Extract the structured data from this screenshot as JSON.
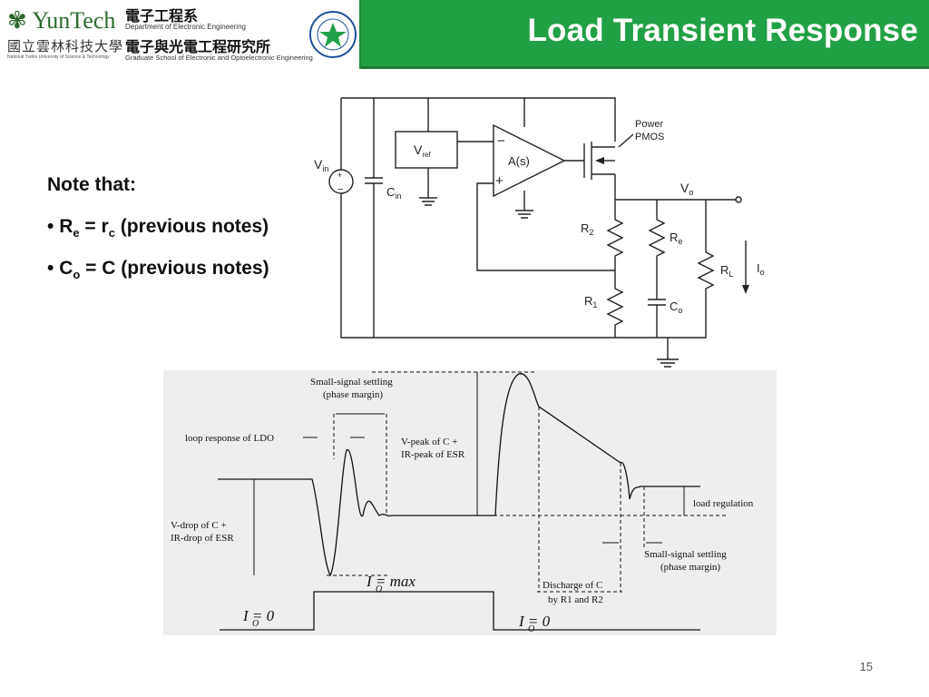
{
  "header": {
    "title": "Load Transient Response",
    "brand_main": "YunTech",
    "university_cn": "國立雲林科技大學",
    "university_en": "National Yunlin University of Science & Technology",
    "dept_cn": "電子工程系",
    "dept_en": "Department of Electronic Engineering",
    "grad_cn": "電子與光電工程研究所",
    "grad_en": "Graduate School of Electronic and Optoelectronic Engineering",
    "seal_text": "ELECTRONIC ENGINEERING NYUST"
  },
  "notes": {
    "heading": "Note that:",
    "bullet1": {
      "a": "R",
      "a_sub": "e",
      "mid": " = r",
      "b_sub": "c",
      "tail": " (previous notes)"
    },
    "bullet2": {
      "a": "C",
      "a_sub": "o",
      "tail": " = C (previous notes)"
    }
  },
  "circuit": {
    "vin": "V",
    "vin_sub": "in",
    "cin": "C",
    "cin_sub": "in",
    "vref": "V",
    "vref_sub": "ref",
    "amp": "A(s)",
    "minus": "−",
    "plus": "+",
    "power_pmos_1": "Power",
    "power_pmos_2": "PMOS",
    "vo": "V",
    "vo_sub": "o",
    "r2": "R",
    "r2_sub": "2",
    "r1": "R",
    "r1_sub": "1",
    "re": "R",
    "re_sub": "e",
    "co": "C",
    "co_sub": "o",
    "rl": "R",
    "rl_sub": "L",
    "io": "I",
    "io_sub": "o"
  },
  "waveform": {
    "small_signal_1a": "Small-signal settling",
    "small_signal_1b": "(phase margin)",
    "loop_response": "loop response of LDO",
    "vpeak_1": "V-peak of C +",
    "vpeak_2": "IR-peak of ESR",
    "vdrop_1": "V-drop of C +",
    "vdrop_2": "IR-drop of ESR",
    "load_regulation": "load regulation",
    "small_signal_2a": "Small-signal settling",
    "small_signal_2b": "(phase margin)",
    "discharge_1": "Discharge of C",
    "discharge_2": "by R1 and R2",
    "io_max": "I  = max",
    "io_zero_1": "I  = 0",
    "io_zero_2": "I  = 0",
    "io_sub": "O"
  },
  "footer": {
    "page_number": "15"
  }
}
